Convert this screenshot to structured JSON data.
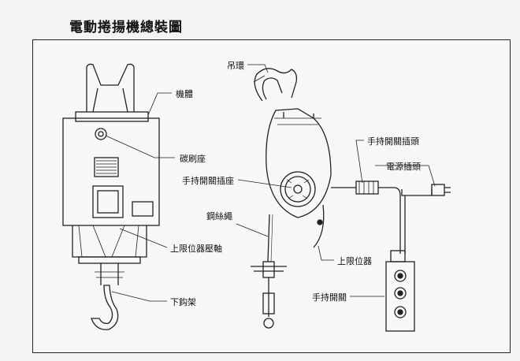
{
  "title": "電動捲揚機總裝圖",
  "labels": {
    "body": "機體",
    "brush_seat": "碳刷座",
    "limit_shaft": "上限位器壓軸",
    "lower_hook": "下鈎架",
    "hook_ring": "吊環",
    "handheld_socket": "手持開關插座",
    "wire_rope": "鋼絲繩",
    "upper_limiter": "上限位器",
    "handheld_plug": "手持開關插頭",
    "power_plug": "電源插頭",
    "handheld_switch": "手持開關"
  }
}
